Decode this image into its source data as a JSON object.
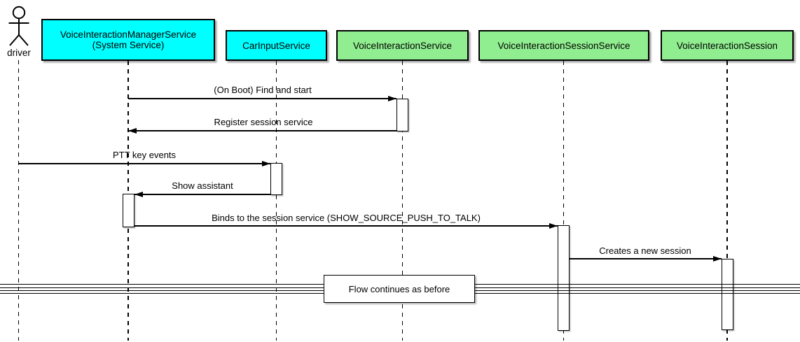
{
  "diagram": {
    "type": "sequence-diagram",
    "actor": {
      "label": "driver"
    },
    "participants": [
      {
        "name": "VoiceInteractionManagerService",
        "subtitle": "(System Service)",
        "fill": "#00FFFF"
      },
      {
        "name": "CarInputService",
        "fill": "#00FFFF"
      },
      {
        "name": "VoiceInteractionService",
        "fill": "#90EE90"
      },
      {
        "name": "VoiceInteractionSessionService",
        "fill": "#90EE90"
      },
      {
        "name": "VoiceInteractionSession",
        "fill": "#90EE90"
      }
    ],
    "messages": [
      {
        "label": "(On Boot) Find and start",
        "from": "VoiceInteractionManagerService",
        "to": "VoiceInteractionService",
        "direction": "right"
      },
      {
        "label": "Register session service",
        "from": "VoiceInteractionService",
        "to": "VoiceInteractionManagerService",
        "direction": "left"
      },
      {
        "label": "PTT key events",
        "from": "driver",
        "to": "CarInputService",
        "direction": "right"
      },
      {
        "label": "Show assistant",
        "from": "CarInputService",
        "to": "VoiceInteractionManagerService",
        "direction": "left"
      },
      {
        "label": "Binds to the session service (SHOW_SOURCE_PUSH_TO_TALK)",
        "from": "VoiceInteractionManagerService",
        "to": "VoiceInteractionSessionService",
        "direction": "right"
      },
      {
        "label": "Creates a new session",
        "from": "VoiceInteractionSessionService",
        "to": "VoiceInteractionSession",
        "direction": "right"
      }
    ],
    "divider": {
      "label": "Flow continues as before"
    },
    "colors": {
      "participant_cyan": "#00FFFF",
      "participant_green": "#90EE90",
      "line": "#000000",
      "background": "#FFFFFF",
      "activation_fill": "#FFFFFF"
    }
  }
}
